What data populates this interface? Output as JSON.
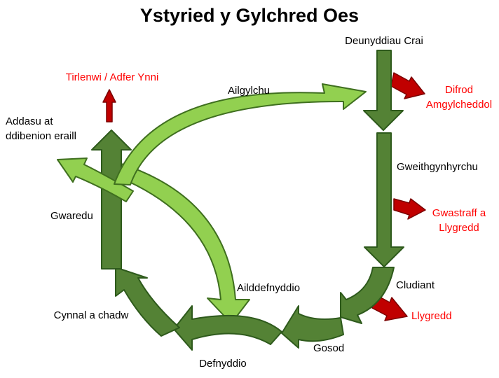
{
  "title": "Ystyried y Gylchred Oes",
  "stages": {
    "raw_materials": "Deunyddiau Crai",
    "manufacturing": "Gweithgynhyrchu",
    "transport": "Cludiant",
    "installation": "Gosod",
    "use": "Defnyddio",
    "maintenance": "Cynnal a chadw",
    "disposal": "Gwaredu"
  },
  "loops": {
    "recycling": "Ailgylchu",
    "reuse": "Ailddefnyddio",
    "repurpose_line1": "Addasu at",
    "repurpose_line2": "ddibenion eraill"
  },
  "impacts": {
    "environmental_damage_line1": "Difrod",
    "environmental_damage_line2": "Amgylcheddol",
    "waste_pollution_line1": "Gwastraff a",
    "waste_pollution_line2": "Llygredd",
    "pollution": "Llygredd",
    "landfill_energy": "Tirlenwi / Adfer Ynni"
  },
  "colors": {
    "stage_arrow": "#548235",
    "loop_arrow": "#92d050",
    "impact_arrow": "#c00000",
    "impact_text": "#ff0000"
  }
}
